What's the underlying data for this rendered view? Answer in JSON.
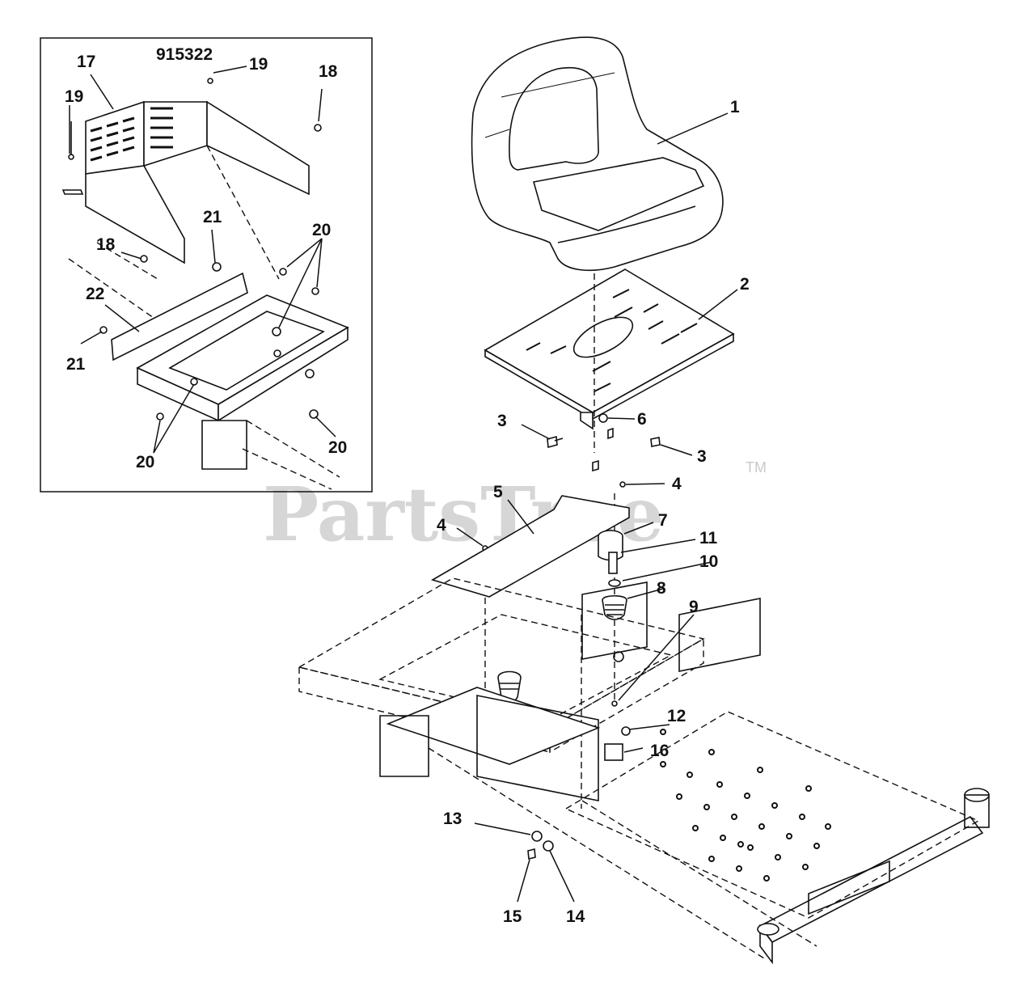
{
  "inset": {
    "title": "915322"
  },
  "watermark": {
    "brand": "PartsTree",
    "mark": "TM"
  },
  "callouts": {
    "c1": "1",
    "c2": "2",
    "c3a": "3",
    "c3b": "3",
    "c4a": "4",
    "c4b": "4",
    "c5": "5",
    "c6": "6",
    "c7": "7",
    "c8": "8",
    "c9": "9",
    "c10": "10",
    "c11": "11",
    "c12": "12",
    "c13": "13",
    "c14": "14",
    "c15": "15",
    "c16": "16",
    "c17": "17",
    "c18a": "18",
    "c18b": "18",
    "c19a": "19",
    "c19b": "19",
    "c20a": "20",
    "c20b": "20",
    "c20c": "20",
    "c21a": "21",
    "c21b": "21",
    "c22": "22"
  }
}
